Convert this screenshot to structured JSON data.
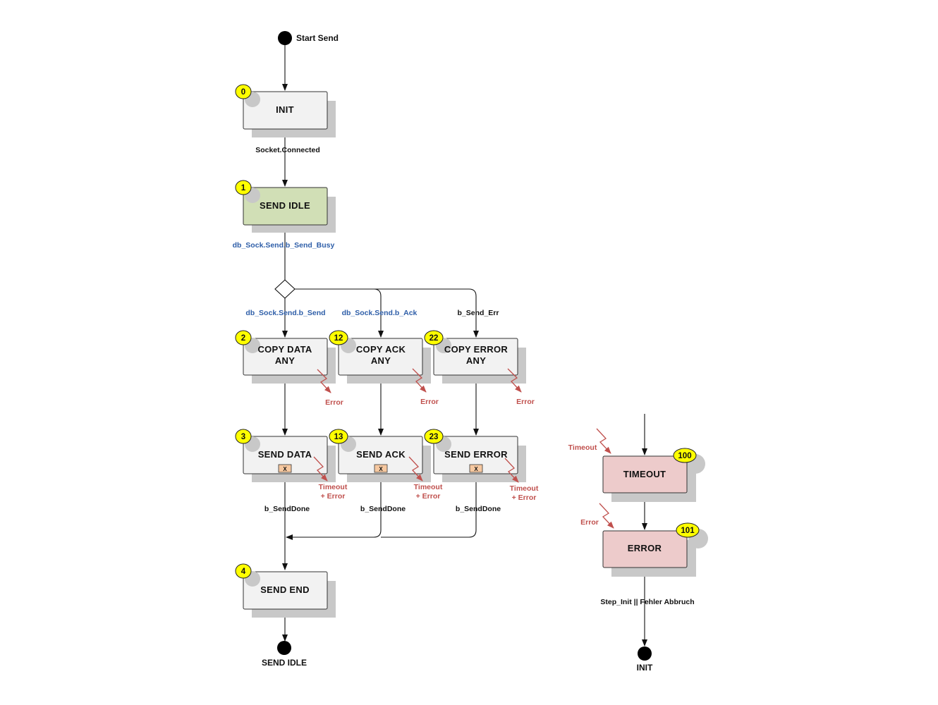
{
  "start": {
    "label": "Start Send"
  },
  "states": {
    "init": {
      "number": "0",
      "line1": "INIT",
      "line2": ""
    },
    "send_idle": {
      "number": "1",
      "line1": "SEND IDLE",
      "line2": ""
    },
    "copy_data_any": {
      "number": "2",
      "line1": "COPY DATA",
      "line2": "ANY"
    },
    "copy_ack_any": {
      "number": "12",
      "line1": "COPY ACK",
      "line2": "ANY"
    },
    "copy_error_any": {
      "number": "22",
      "line1": "COPY ERROR",
      "line2": "ANY"
    },
    "send_data": {
      "number": "3",
      "line1": "SEND DATA",
      "line2": "",
      "marker": "X"
    },
    "send_ack": {
      "number": "13",
      "line1": "SEND ACK",
      "line2": "",
      "marker": "X"
    },
    "send_error": {
      "number": "23",
      "line1": "SEND ERROR",
      "line2": "",
      "marker": "X"
    },
    "send_end": {
      "number": "4",
      "line1": "SEND END",
      "line2": ""
    },
    "timeout": {
      "number": "100",
      "line1": "TIMEOUT",
      "line2": ""
    },
    "error": {
      "number": "101",
      "line1": "ERROR",
      "line2": ""
    }
  },
  "conditions": {
    "socket_connected": "Socket.Connected",
    "send_busy": "db_Sock.Send.b_Send_Busy",
    "b_send": "db_Sock.Send.b_Send",
    "b_ack": "db_Sock.Send.b_Ack",
    "b_send_err": "b_Send_Err",
    "send_done_1": "b_SendDone",
    "send_done_2": "b_SendDone",
    "send_done_3": "b_SendDone",
    "step_init": "Step_Init || Fehler Abbruch"
  },
  "events": {
    "copy_data_error": "Error",
    "copy_ack_error": "Error",
    "copy_error_error": "Error",
    "send_data_timeout": [
      "Timeout",
      "+ Error"
    ],
    "send_ack_timeout": [
      "Timeout",
      "+ Error"
    ],
    "send_error_timeout": [
      "Timeout",
      "+ Error"
    ],
    "timeout_in": "Timeout",
    "error_in": "Error"
  },
  "terminals": {
    "send_idle_end": "SEND IDLE",
    "init_end": "INIT"
  },
  "colors": {
    "state_default": "#f2f2f2",
    "state_active": "#d1dfb6",
    "state_error": "#edcbcb",
    "shadow": "#c8c8c8",
    "badge": "#ffff00",
    "marker": "#f6c8a0",
    "condition_blue": "#2e5ea8",
    "error_red": "#c0504d"
  }
}
